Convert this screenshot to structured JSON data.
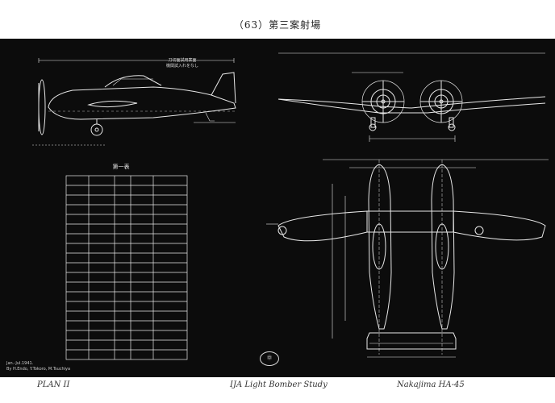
{
  "header": {
    "title": "（63）第三案射場"
  },
  "sheet": {
    "line_color": "#e8e8e8",
    "background": "#0c0c0c",
    "table_title": "第一表",
    "side_note": [
      "刀切面試用案面",
      "機関試入れをなし"
    ],
    "credit": [
      "Jan.-Jul.1941.",
      "By H.Endo, Y.Tokoro, M.Tsuchiya"
    ]
  },
  "captions": {
    "left": "PLAN II",
    "middle": "IJA Light Bomber Study",
    "right": "Nakajima HA-45"
  }
}
